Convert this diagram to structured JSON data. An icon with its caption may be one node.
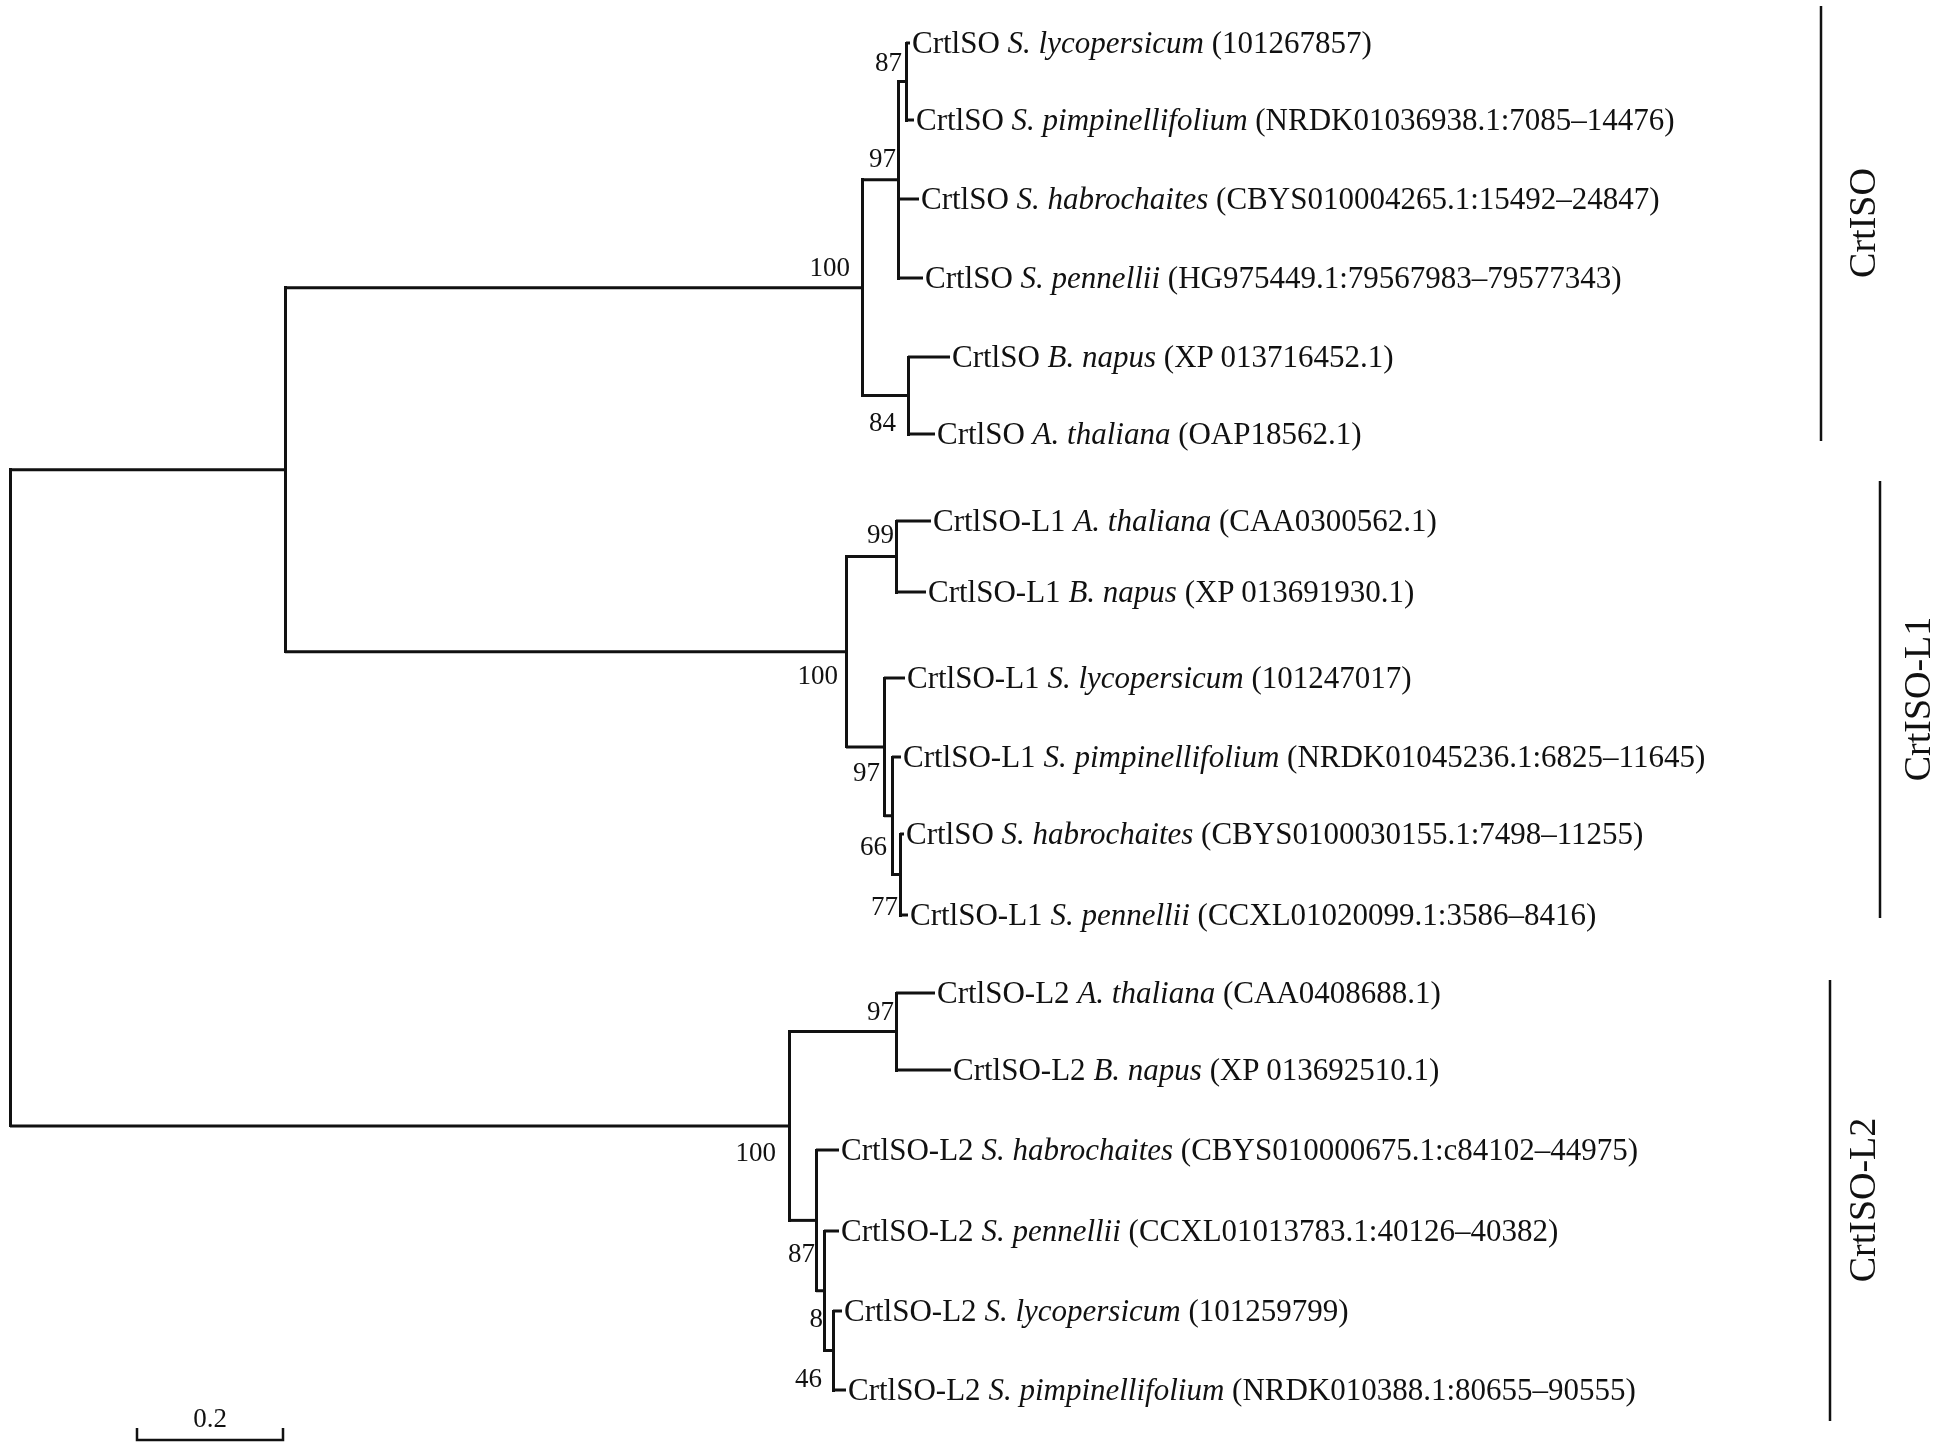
{
  "diagram": {
    "nodes": [
      {
        "text": [],
        "shape": "point"
      },
      {
        "text": [],
        "shape": "point"
      },
      {
        "text": [],
        "shape": "point",
        "beside": [
          "100"
        ]
      },
      {
        "text": [],
        "shape": "point",
        "beside": [
          "97"
        ]
      },
      {
        "text": [],
        "shape": "point",
        "beside": [
          "87"
        ]
      },
      {
        "text": [
          "CrtlSO *S. lycopersicum* (101267857)"
        ]
      },
      {
        "text": [
          "CrtlSO *S. pimpinellifolium* (NRDK01036938.1:7085–14476)"
        ]
      },
      {
        "text": [
          "CrtlSO *S. habrochaites* (CBYS010004265.1:15492–24847)"
        ]
      },
      {
        "text": [
          "CrtlSO *S. pennellii* (HG975449.1:79567983–79577343)"
        ]
      },
      {
        "text": [],
        "shape": "point",
        "beside": [
          "84"
        ]
      },
      {
        "text": [
          "CrtlSO *B. napus* (XP 013716452.1)"
        ]
      },
      {
        "text": [
          "CrtlSO *A. thaliana* (OAP18562.1)"
        ]
      },
      {
        "text": [],
        "shape": "point",
        "beside": [
          "100"
        ]
      },
      {
        "text": [],
        "shape": "point",
        "beside": [
          "99"
        ]
      },
      {
        "text": [
          "CrtlSO-L1 *A. thaliana* (CAA0300562.1)"
        ]
      },
      {
        "text": [
          "CrtlSO-L1 *B. napus* (XP 013691930.1)"
        ]
      },
      {
        "text": [],
        "shape": "point",
        "beside": [
          "97"
        ]
      },
      {
        "text": [
          "CrtlSO-L1 *S. lycopersicum* (101247017)"
        ]
      },
      {
        "text": [],
        "shape": "point",
        "beside": [
          "66"
        ]
      },
      {
        "text": [
          "CrtlSO-L1 *S. pimpinellifolium* (NRDK01045236.1:6825–11645)"
        ]
      },
      {
        "text": [],
        "shape": "point",
        "beside": [
          "77"
        ]
      },
      {
        "text": [
          "CrtlSO *S. habrochaites* (CBYS0100030155.1:7498–11255)"
        ]
      },
      {
        "text": [
          "CrtlSO-L1 *S. pennellii* (CCXL01020099.1:3586–8416)"
        ]
      },
      {
        "text": [],
        "shape": "point",
        "beside": [
          "100"
        ]
      },
      {
        "text": [],
        "shape": "point",
        "beside": [
          "97"
        ]
      },
      {
        "text": [
          "CrtlSO-L2 *A. thaliana* (CAA0408688.1)"
        ]
      },
      {
        "text": [
          "CrtlSO-L2 *B. napus* (XP 013692510.1)"
        ]
      },
      {
        "text": [],
        "shape": "point",
        "beside": [
          "87"
        ]
      },
      {
        "text": [
          "CrtlSO-L2 *S. habrochaites* (CBYS010000675.1:c84102–44975)"
        ]
      },
      {
        "text": [],
        "shape": "point",
        "beside": [
          "8"
        ]
      },
      {
        "text": [
          "CrtlSO-L2 *S. pennellii* (CCXL01013783.1:40126–40382)"
        ]
      },
      {
        "text": [],
        "shape": "point",
        "beside": [
          "46"
        ]
      },
      {
        "text": [
          "CrtlSO-L2 *S. lycopersicum* (101259799)"
        ]
      },
      {
        "text": [
          "CrtlSO-L2 *S. pimpinellifolium* (NRDK010388.1:80655–90555)"
        ]
      }
    ],
    "edges": [
      {
        "from": 0,
        "to": 1,
        "arrow": "none"
      },
      {
        "from": 1,
        "to": 2,
        "arrow": "none"
      },
      {
        "from": 2,
        "to": 3,
        "arrow": "none"
      },
      {
        "from": 3,
        "to": 4,
        "arrow": "none"
      },
      {
        "from": 4,
        "to": 5,
        "arrow": "none"
      },
      {
        "from": 4,
        "to": 6,
        "arrow": "none"
      },
      {
        "from": 3,
        "to": 7,
        "arrow": "none"
      },
      {
        "from": 3,
        "to": 8,
        "arrow": "none"
      },
      {
        "from": 2,
        "to": 9,
        "arrow": "none"
      },
      {
        "from": 9,
        "to": 10,
        "arrow": "none"
      },
      {
        "from": 9,
        "to": 11,
        "arrow": "none"
      },
      {
        "from": 1,
        "to": 12,
        "arrow": "none"
      },
      {
        "from": 12,
        "to": 13,
        "arrow": "none"
      },
      {
        "from": 13,
        "to": 14,
        "arrow": "none"
      },
      {
        "from": 13,
        "to": 15,
        "arrow": "none"
      },
      {
        "from": 12,
        "to": 16,
        "arrow": "none"
      },
      {
        "from": 16,
        "to": 17,
        "arrow": "none"
      },
      {
        "from": 16,
        "to": 18,
        "arrow": "none"
      },
      {
        "from": 18,
        "to": 19,
        "arrow": "none"
      },
      {
        "from": 18,
        "to": 20,
        "arrow": "none"
      },
      {
        "from": 20,
        "to": 21,
        "arrow": "none"
      },
      {
        "from": 20,
        "to": 22,
        "arrow": "none"
      },
      {
        "from": 0,
        "to": 23,
        "arrow": "none"
      },
      {
        "from": 23,
        "to": 24,
        "arrow": "none"
      },
      {
        "from": 24,
        "to": 25,
        "arrow": "none"
      },
      {
        "from": 24,
        "to": 26,
        "arrow": "none"
      },
      {
        "from": 23,
        "to": 27,
        "arrow": "none"
      },
      {
        "from": 27,
        "to": 28,
        "arrow": "none"
      },
      {
        "from": 27,
        "to": 29,
        "arrow": "none"
      },
      {
        "from": 29,
        "to": 30,
        "arrow": "none"
      },
      {
        "from": 29,
        "to": 31,
        "arrow": "none"
      },
      {
        "from": 31,
        "to": 32,
        "arrow": "none"
      },
      {
        "from": 31,
        "to": 33,
        "arrow": "none"
      }
    ],
    "labels": [
      "CrtISO",
      "CrtISO-L1",
      "CrtISO-L2",
      "0.2"
    ]
  }
}
